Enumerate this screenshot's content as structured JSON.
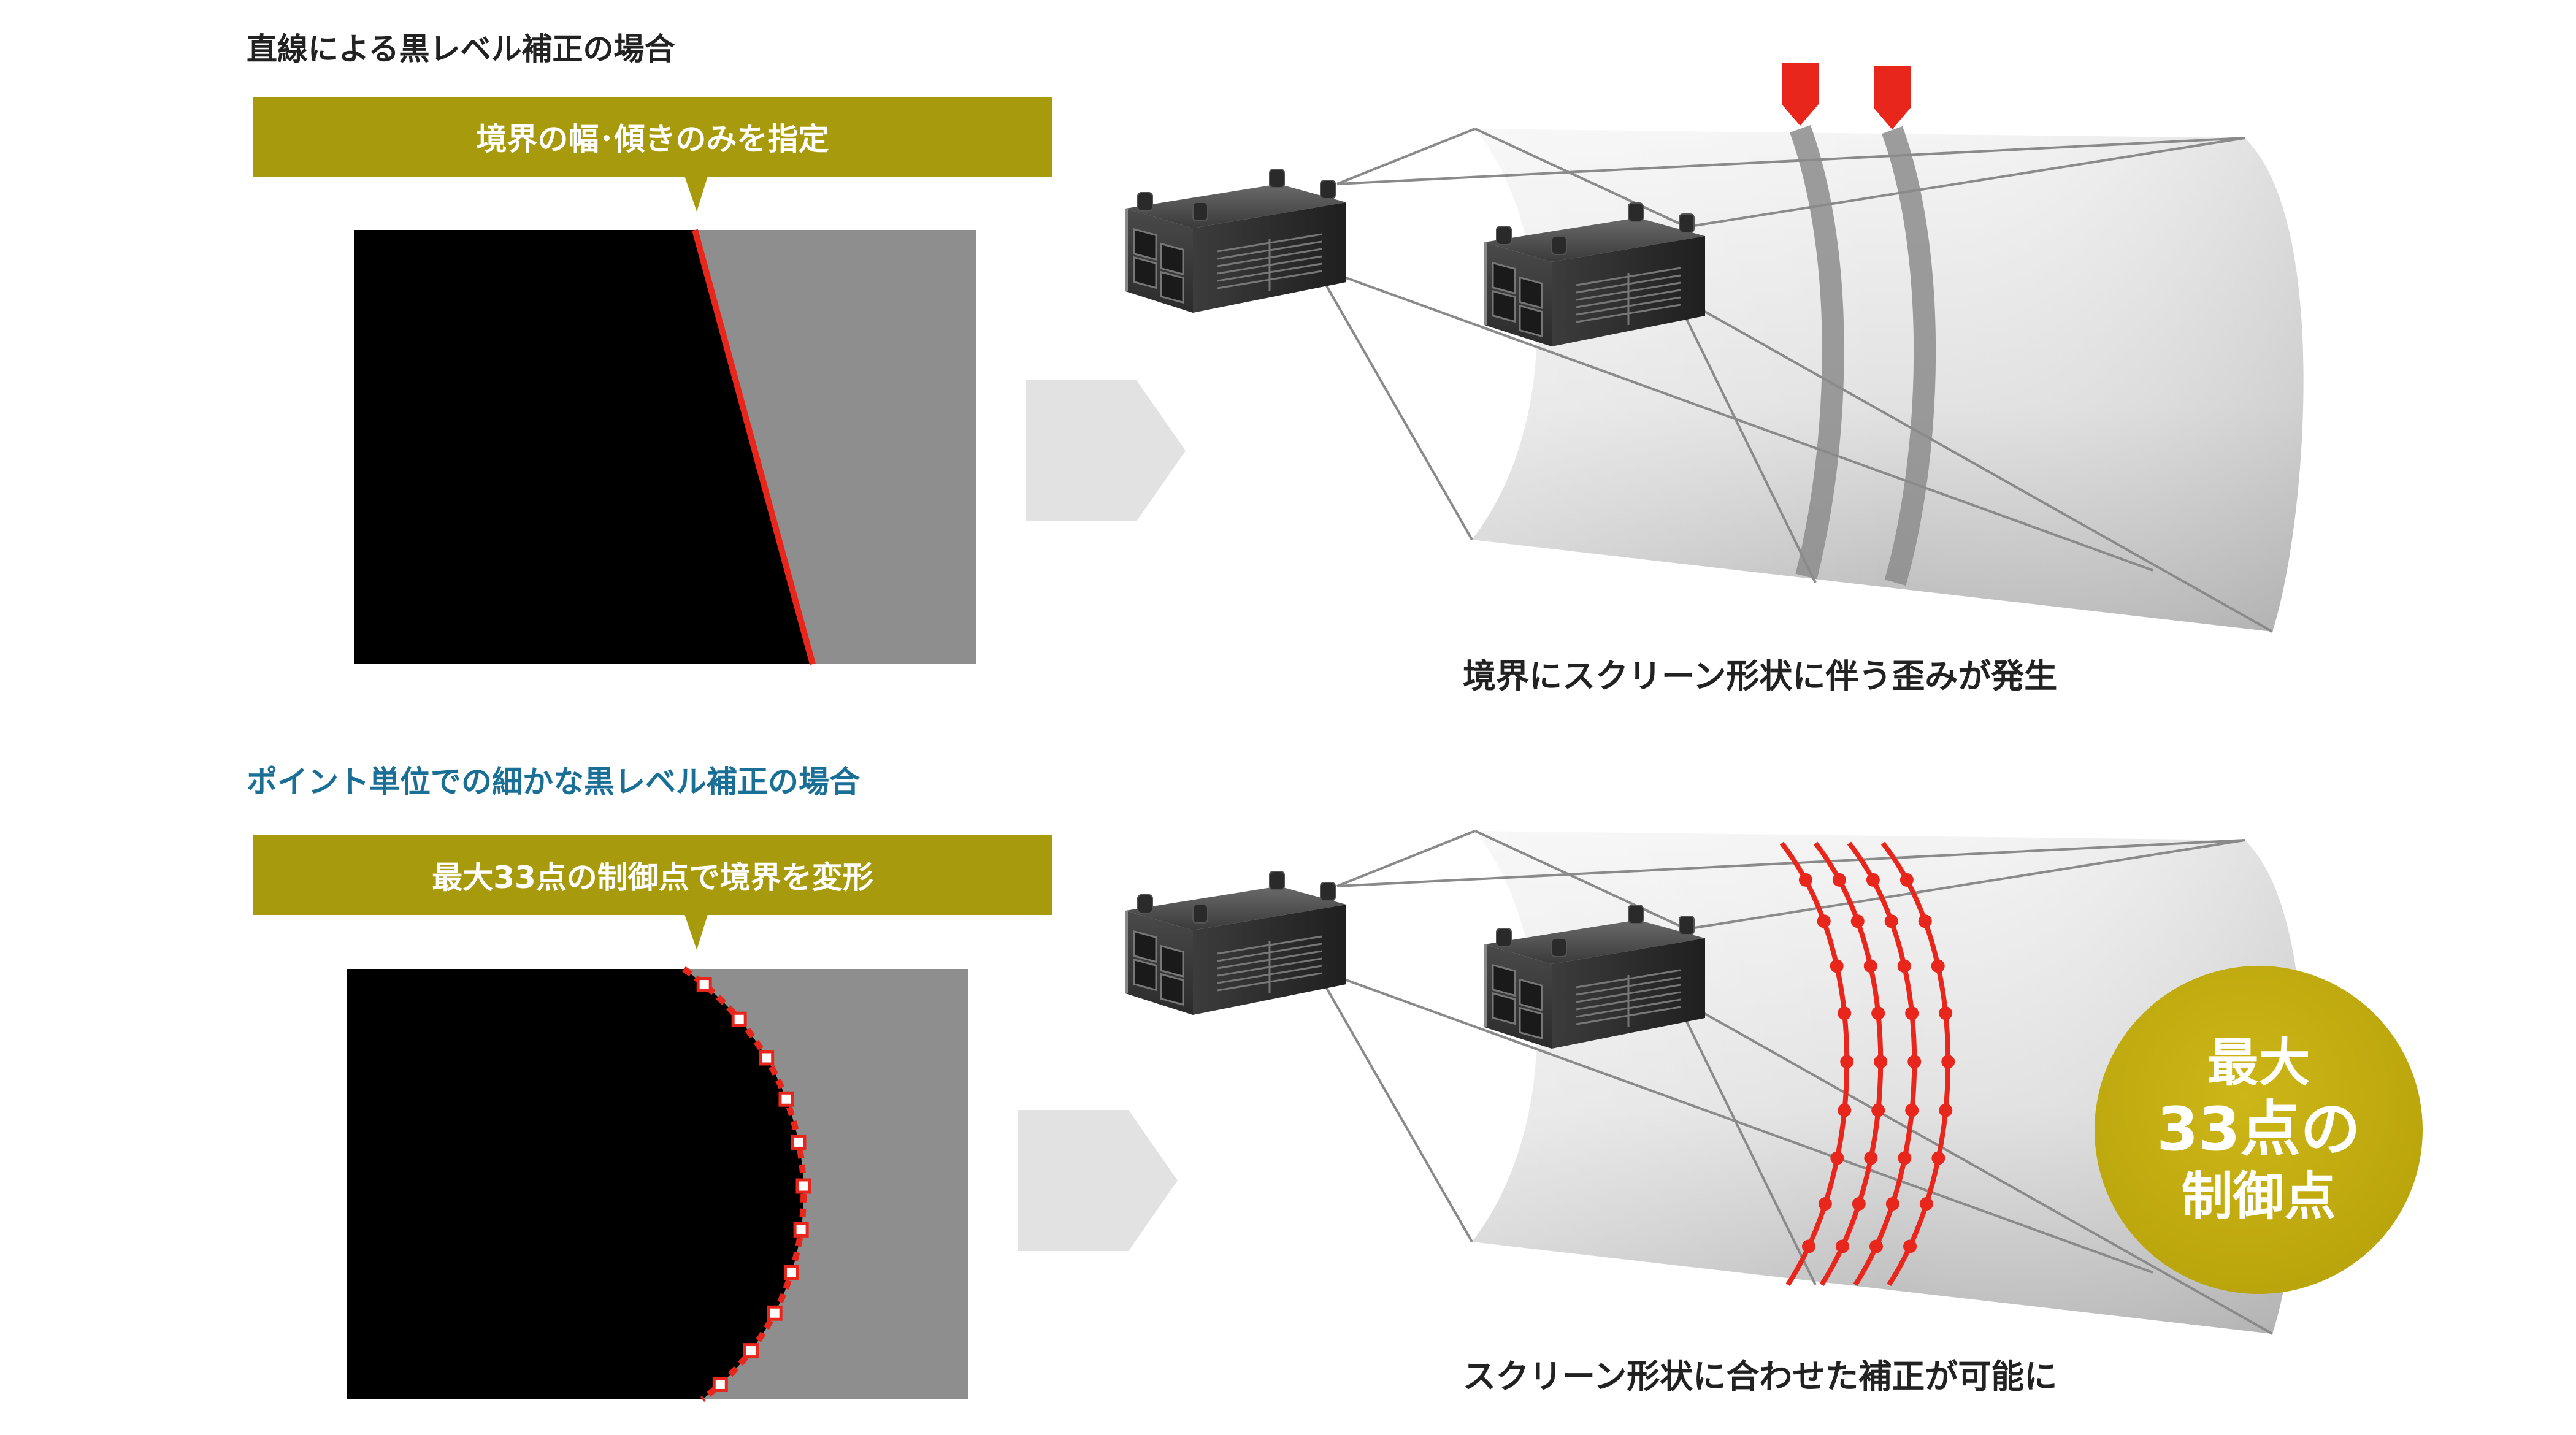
{
  "top": {
    "heading": "直線による黒レベル補正の場合",
    "banner": "境界の幅･傾きのみを指定",
    "caption": "境界にスクリーン形状に伴う歪みが発生"
  },
  "bottom": {
    "heading": "ポイント単位での細かな黒レベル補正の場合",
    "banner": "最大33点の制御点で境界を変形",
    "caption": "スクリーン形状に合わせた補正が可能に"
  },
  "badge": {
    "line1": "最大",
    "line2": "33点の",
    "line3": "制御点"
  },
  "colors": {
    "banner": "#a89a0d",
    "badge": "#c4ad0c",
    "accent_red": "#e8261c",
    "heading_blue": "#1a6f96",
    "heading_dark": "#222222"
  }
}
